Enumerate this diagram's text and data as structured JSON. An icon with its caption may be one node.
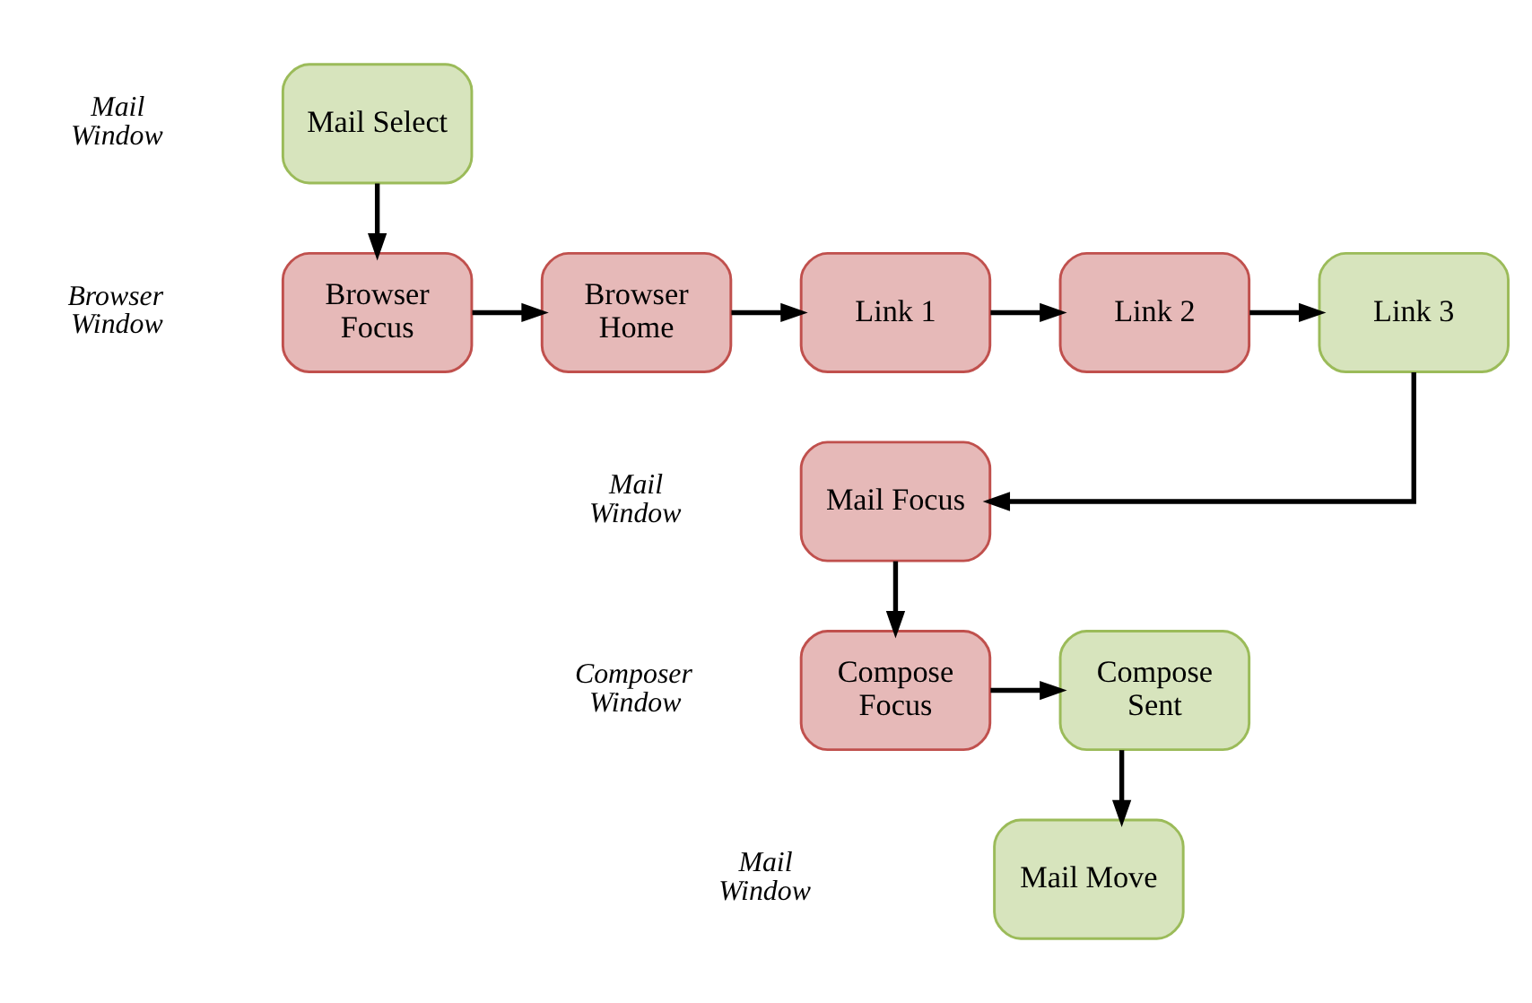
{
  "diagram": {
    "nodes": [
      {
        "text": [
          "Mail Select"
        ]
      },
      {
        "text": [
          "Browser Focus"
        ]
      },
      {
        "text": [
          "Browser Home"
        ]
      },
      {
        "text": [
          "Link 1"
        ]
      },
      {
        "text": [
          "Link 2"
        ]
      },
      {
        "text": [
          "Link 3"
        ]
      },
      {
        "text": [
          "Mail Focus"
        ]
      },
      {
        "text": [
          "Compose Focus"
        ]
      },
      {
        "text": [
          "Compose Sent"
        ]
      },
      {
        "text": [
          "Mail Move"
        ]
      }
    ],
    "edges": [
      {
        "from": 0,
        "to": 1,
        "arrow": "to"
      },
      {
        "from": 1,
        "to": 2,
        "arrow": "to"
      },
      {
        "from": 2,
        "to": 3,
        "arrow": "to"
      },
      {
        "from": 3,
        "to": 4,
        "arrow": "to"
      },
      {
        "from": 4,
        "to": 5,
        "arrow": "to"
      },
      {
        "from": 5,
        "to": 6,
        "arrow": "to"
      },
      {
        "from": 6,
        "to": 7,
        "arrow": "to"
      },
      {
        "from": 7,
        "to": 8,
        "arrow": "to"
      },
      {
        "from": 8,
        "to": 9,
        "arrow": "to"
      }
    ],
    "labels": [
      "Mail Window",
      "Browser Window",
      "Mail Window",
      "Composer Window",
      "Mail Window"
    ]
  }
}
